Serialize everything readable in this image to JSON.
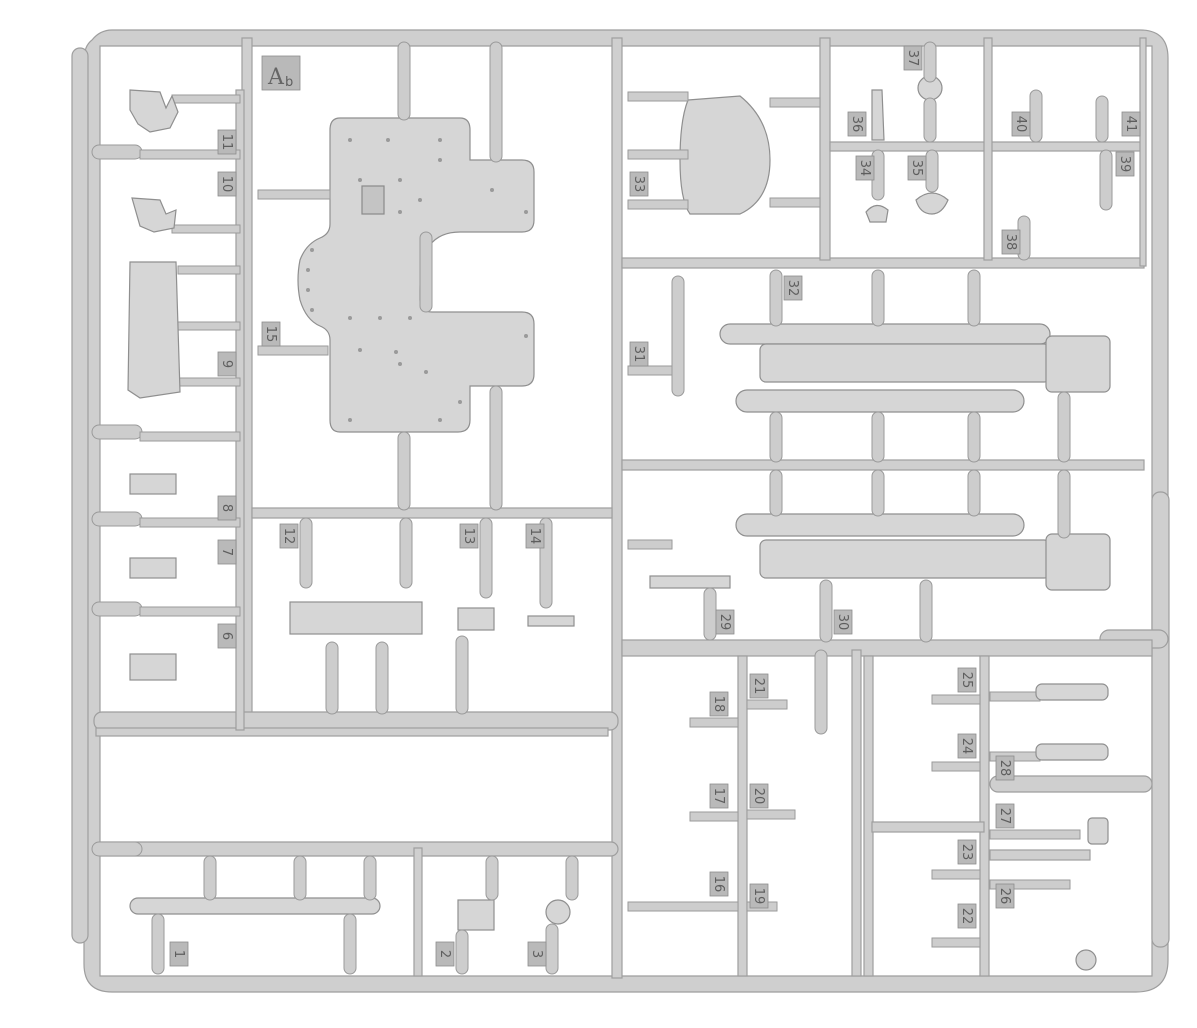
{
  "sprue": {
    "code_letter": "A",
    "code_sub": "b",
    "part_numbers": [
      "1",
      "2",
      "3",
      "6",
      "7",
      "8",
      "9",
      "10",
      "11",
      "12",
      "13",
      "14",
      "15",
      "16",
      "17",
      "18",
      "19",
      "20",
      "21",
      "22",
      "23",
      "24",
      "25",
      "26",
      "27",
      "28",
      "29",
      "30",
      "31",
      "32",
      "33",
      "34",
      "35",
      "36",
      "37",
      "38",
      "39",
      "40",
      "41"
    ]
  },
  "colors": {
    "plastic": "#d6d6d6",
    "outline": "#8f8f8f",
    "background": "#ffffff"
  }
}
